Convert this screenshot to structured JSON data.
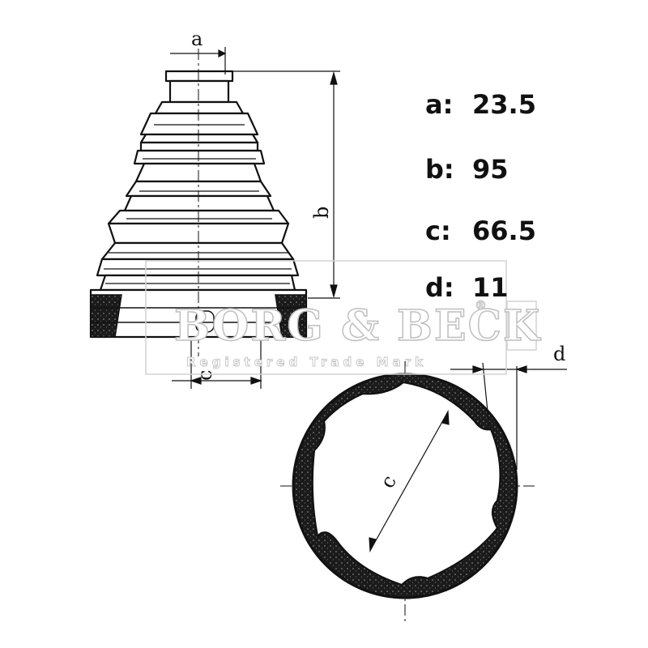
{
  "specs": [
    {
      "key": "a:",
      "value": "23.5"
    },
    {
      "key": "b:",
      "value": "95"
    },
    {
      "key": "c:",
      "value": "66.5"
    },
    {
      "key": "d:",
      "value": "11"
    }
  ],
  "dimension_labels": {
    "a": "a",
    "b": "b",
    "c": "c",
    "c_section": "c",
    "d": "d"
  },
  "watermark": {
    "brand": "BORG & BECK",
    "registered": "®",
    "tagline": "Registered Trade Mark"
  },
  "colors": {
    "ink": "#111111",
    "watermark_outline": "#bfbfbf",
    "background": "#ffffff"
  }
}
